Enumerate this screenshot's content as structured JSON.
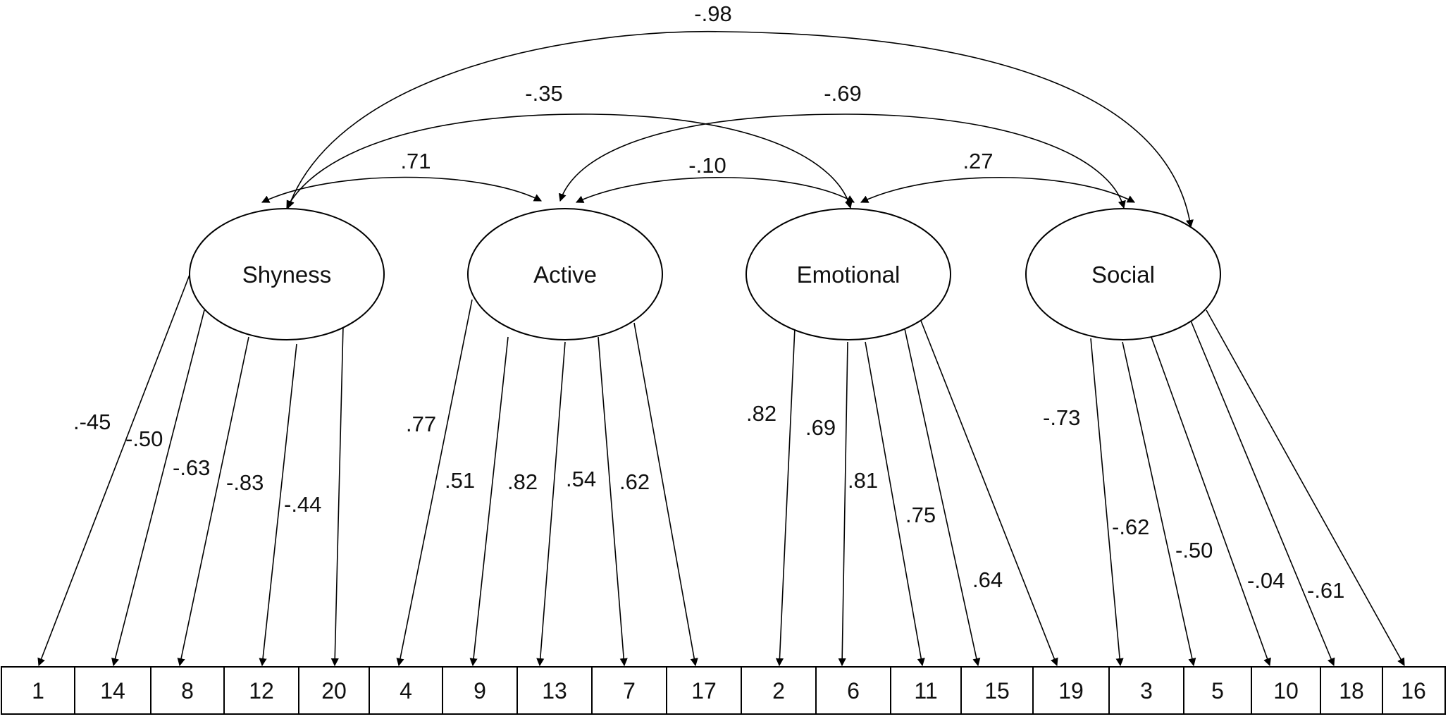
{
  "factors": [
    {
      "id": "shyness",
      "label": "Shyness"
    },
    {
      "id": "active",
      "label": "Active"
    },
    {
      "id": "emotional",
      "label": "Emotional"
    },
    {
      "id": "social",
      "label": "Social"
    }
  ],
  "items": [
    "1",
    "14",
    "8",
    "12",
    "20",
    "4",
    "9",
    "13",
    "7",
    "17",
    "2",
    "6",
    "11",
    "15",
    "19",
    "3",
    "5",
    "10",
    "18",
    "16"
  ],
  "loadings": [
    {
      "factor": "shyness",
      "item": "1",
      "value": ".-45"
    },
    {
      "factor": "shyness",
      "item": "14",
      "value": "-.50"
    },
    {
      "factor": "shyness",
      "item": "8",
      "value": "-.63"
    },
    {
      "factor": "shyness",
      "item": "12",
      "value": "-.83"
    },
    {
      "factor": "shyness",
      "item": "20",
      "value": "-.44"
    },
    {
      "factor": "active",
      "item": "4",
      "value": ".77"
    },
    {
      "factor": "active",
      "item": "9",
      "value": ".51"
    },
    {
      "factor": "active",
      "item": "13",
      "value": ".82"
    },
    {
      "factor": "active",
      "item": "7",
      "value": ".54"
    },
    {
      "factor": "active",
      "item": "17",
      "value": ".62"
    },
    {
      "factor": "emotional",
      "item": "2",
      "value": ".82"
    },
    {
      "factor": "emotional",
      "item": "6",
      "value": ".69"
    },
    {
      "factor": "emotional",
      "item": "11",
      "value": ".81"
    },
    {
      "factor": "emotional",
      "item": "15",
      "value": ".75"
    },
    {
      "factor": "emotional",
      "item": "19",
      "value": ".64"
    },
    {
      "factor": "social",
      "item": "3",
      "value": "-.73"
    },
    {
      "factor": "social",
      "item": "5",
      "value": "-.62"
    },
    {
      "factor": "social",
      "item": "10",
      "value": "-.50"
    },
    {
      "factor": "social",
      "item": "18",
      "value": "-.04"
    },
    {
      "factor": "social",
      "item": "16",
      "value": "-.61"
    }
  ],
  "correlations": [
    {
      "from": "shyness",
      "to": "social",
      "value": "-.98"
    },
    {
      "from": "shyness",
      "to": "emotional",
      "value": "-.35"
    },
    {
      "from": "active",
      "to": "social",
      "value": "-.69"
    },
    {
      "from": "shyness",
      "to": "active",
      "value": ".71"
    },
    {
      "from": "active",
      "to": "emotional",
      "value": "-.10"
    },
    {
      "from": "emotional",
      "to": "social",
      "value": ".27"
    }
  ]
}
